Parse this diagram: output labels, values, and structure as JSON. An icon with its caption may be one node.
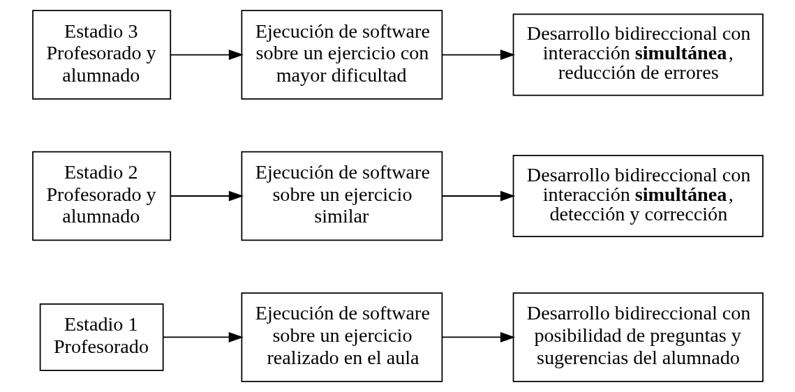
{
  "diagram": {
    "nodes": [
      {
        "text": [
          "Estadio 1 Profesorado"
        ]
      },
      {
        "text": [
          "Ejecución de software sobre un ejercicio realizado en el aula"
        ]
      },
      {
        "text": [
          "Desarrollo bidireccional con posibilidad de preguntas y sugerencias del alumnado"
        ]
      },
      {
        "text": [
          "Estadio 2 Profesorado y alumnado"
        ]
      },
      {
        "text": [
          "Ejecución de software sobre un ejercicio similar"
        ]
      },
      {
        "text": [
          "Desarrollo bidireccional con interacción **simultánea**, detección y corrección"
        ]
      },
      {
        "text": [
          "Estadio 3 Profesorado y alumnado"
        ]
      },
      {
        "text": [
          "Ejecución de software sobre un ejercicio con mayor dificultad"
        ]
      },
      {
        "text": [
          "Desarrollo bidireccional con interacción **simultánea**, reducción de errores"
        ]
      }
    ],
    "edges": [
      {
        "from": 0,
        "to": 1,
        "arrow": "to"
      },
      {
        "from": 1,
        "to": 2,
        "arrow": "to"
      },
      {
        "from": 3,
        "to": 4,
        "arrow": "to"
      },
      {
        "from": 4,
        "to": 5,
        "arrow": "to"
      },
      {
        "from": 6,
        "to": 7,
        "arrow": "to"
      },
      {
        "from": 7,
        "to": 8,
        "arrow": "to"
      }
    ]
  }
}
